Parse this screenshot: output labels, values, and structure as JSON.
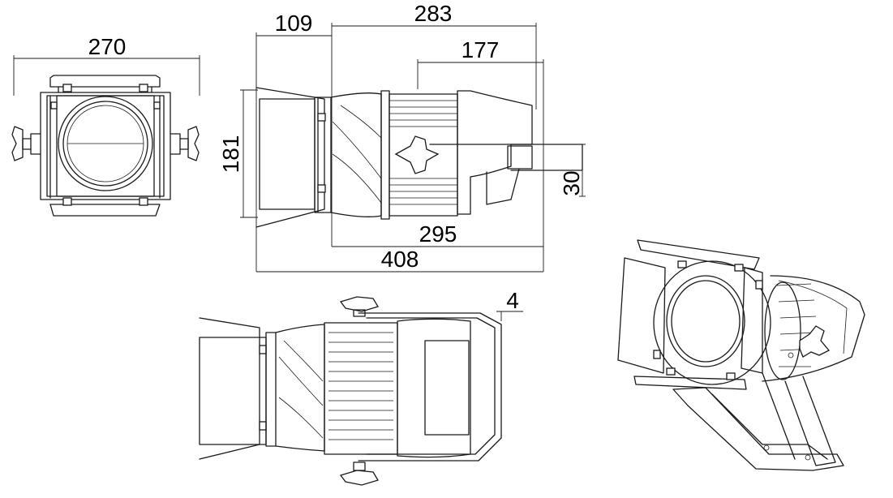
{
  "dimensions": {
    "front_width": "270",
    "side_front_length": "109",
    "side_rear_length": "283",
    "side_body_length": "177",
    "side_height": "181",
    "side_bracket_thickness": "30",
    "side_body_plus_bracket": "295",
    "side_total_length": "408",
    "top_bracket_offset": "4"
  },
  "colors": {
    "line": "#1a1a1a",
    "background": "#ffffff"
  }
}
